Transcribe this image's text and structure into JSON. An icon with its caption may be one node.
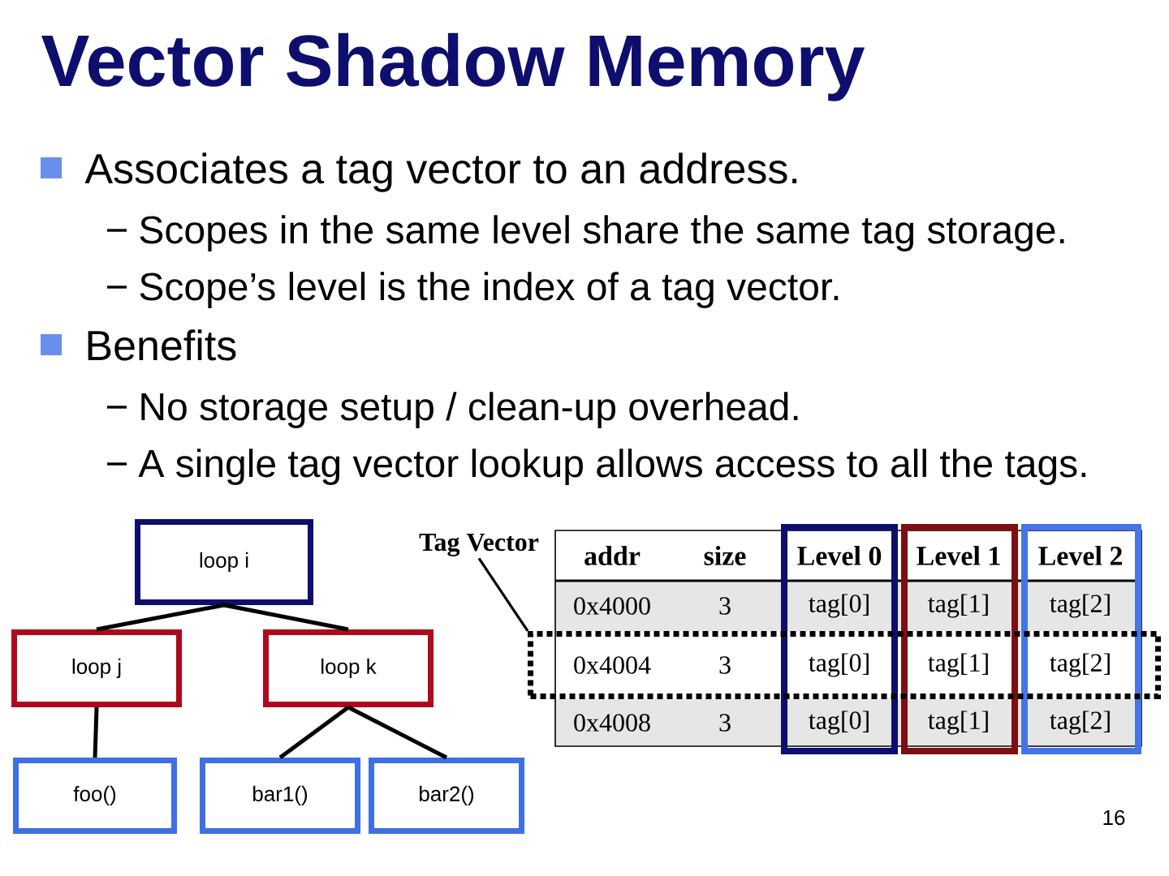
{
  "diagram": {
    "title": "Vector Shadow Memory",
    "nodes": [
      {
        "text": [
          "loop i"
        ]
      },
      {
        "text": [
          "loop j"
        ]
      },
      {
        "text": [
          "loop k"
        ]
      },
      {
        "text": [
          "foo()"
        ]
      },
      {
        "text": [
          "bar1()"
        ]
      },
      {
        "text": [
          "bar2()"
        ]
      },
      {
        "text": [
          "Tag Vector"
        ]
      },
      {
        "text": [],
        "shape": "box"
      }
    ],
    "edges": [
      {
        "from": 0,
        "to": 1,
        "arrow": "none"
      },
      {
        "from": 0,
        "to": 2,
        "arrow": "none"
      },
      {
        "from": 1,
        "to": 3,
        "arrow": "none"
      },
      {
        "from": 2,
        "to": 4,
        "arrow": "none"
      },
      {
        "from": 2,
        "to": 5,
        "arrow": "none"
      },
      {
        "from": 6,
        "to": 7,
        "arrow": "none"
      }
    ],
    "labels": [
      "Associates a tag vector to an address.",
      "Scopes in the same level share the same tag storage.",
      "Scope’s level is the index of a tag vector.",
      "Benefits",
      "No storage setup / clean-up overhead.",
      "A single tag vector lookup allows access to all the tags.",
      "addr",
      "size",
      "Level 0",
      "Level 1",
      "Level 2",
      "0x4000",
      "3",
      "tag[0]",
      "tag[1]",
      "tag[2]",
      "0x4004",
      "3",
      "tag[0]",
      "tag[1]",
      "tag[2]",
      "0x4008",
      "3",
      "tag[0]",
      "tag[1]",
      "tag[2]",
      "16"
    ]
  }
}
